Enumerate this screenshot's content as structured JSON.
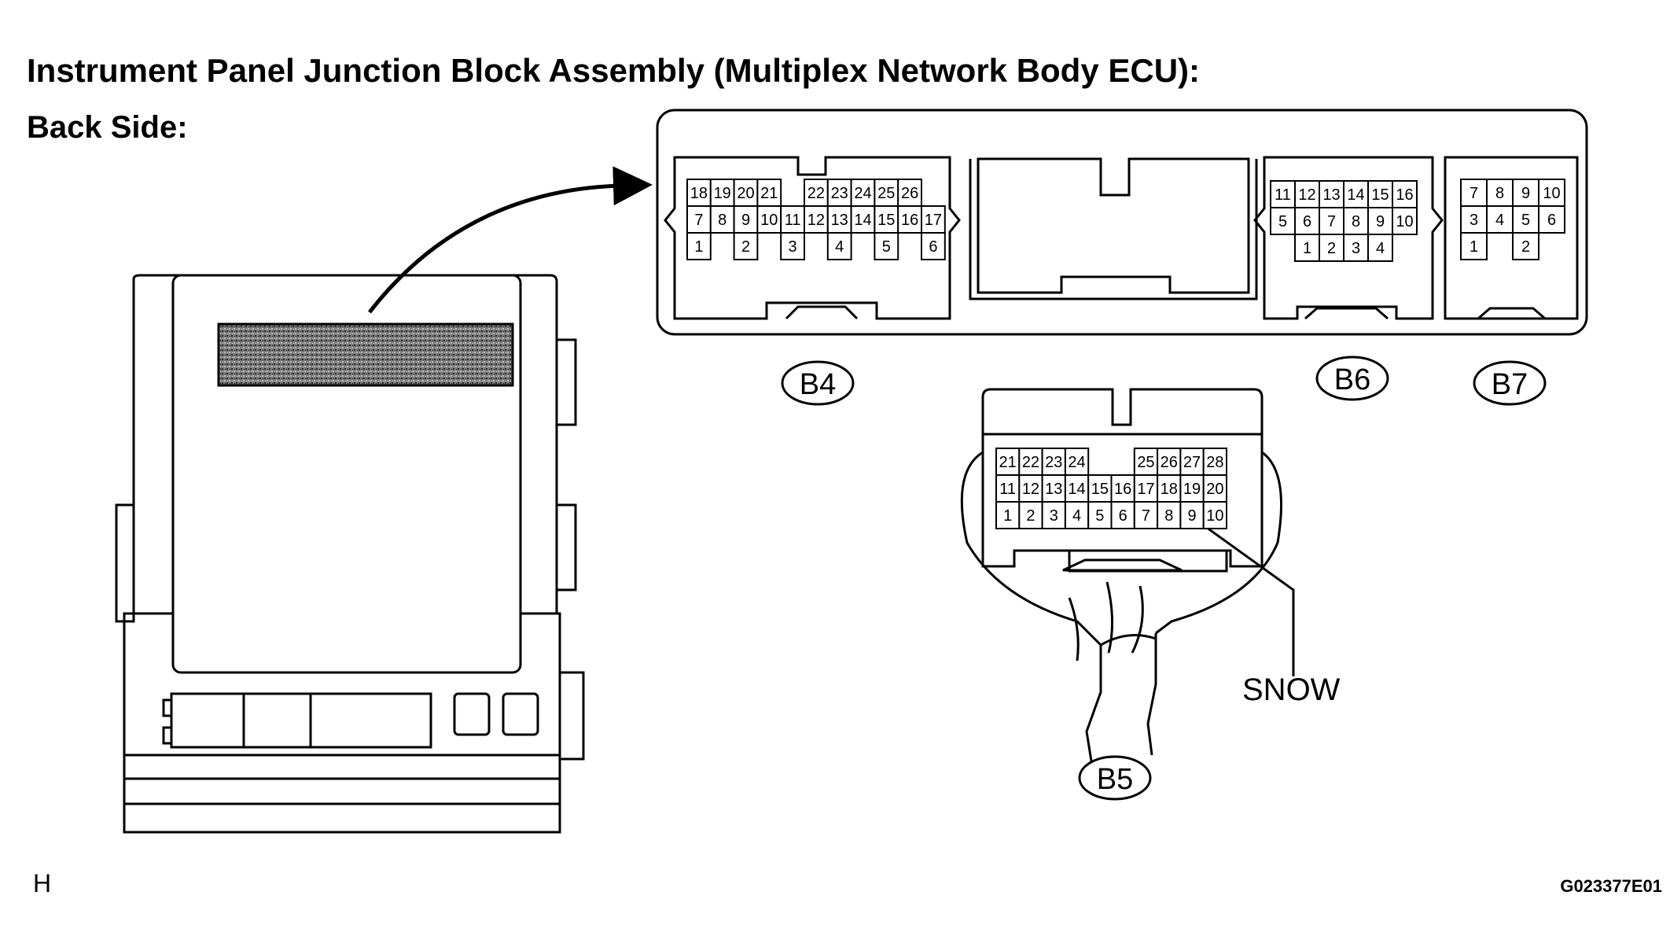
{
  "title": "Instrument Panel Junction Block Assembly (Multiplex Network Body ECU):",
  "subtitle": "Back Side:",
  "corner_left": "H",
  "figure_code": "G023377E01",
  "labels": {
    "b4": "B4",
    "b5": "B5",
    "b6": "B6",
    "b7": "B7",
    "snow": "SNOW"
  },
  "connectors": {
    "b4": {
      "rows": [
        [
          "18",
          "19",
          "20",
          "21",
          "",
          "22",
          "23",
          "24",
          "25",
          "26"
        ],
        [
          "7",
          "8",
          "9",
          "10",
          "11",
          "12",
          "13",
          "14",
          "15",
          "16",
          "17"
        ],
        [
          "1",
          "",
          "2",
          "",
          "3",
          "",
          "4",
          "",
          "5",
          "",
          "6"
        ]
      ]
    },
    "b6": {
      "rows": [
        [
          "11",
          "12",
          "13",
          "14",
          "15",
          "16"
        ],
        [
          "5",
          "6",
          "7",
          "8",
          "9",
          "10"
        ],
        [
          "",
          "1",
          "2",
          "3",
          "4",
          ""
        ]
      ]
    },
    "b7": {
      "rows": [
        [
          "7",
          "8",
          "9",
          "10"
        ],
        [
          "3",
          "4",
          "5",
          "6"
        ],
        [
          "1",
          "",
          "2",
          ""
        ]
      ]
    },
    "b5": {
      "rows": [
        [
          "21",
          "22",
          "23",
          "24",
          "",
          "",
          "25",
          "26",
          "27",
          "28"
        ],
        [
          "11",
          "12",
          "13",
          "14",
          "15",
          "16",
          "17",
          "18",
          "19",
          "20"
        ],
        [
          "1",
          "2",
          "3",
          "4",
          "5",
          "6",
          "7",
          "8",
          "9",
          "10"
        ]
      ]
    }
  }
}
